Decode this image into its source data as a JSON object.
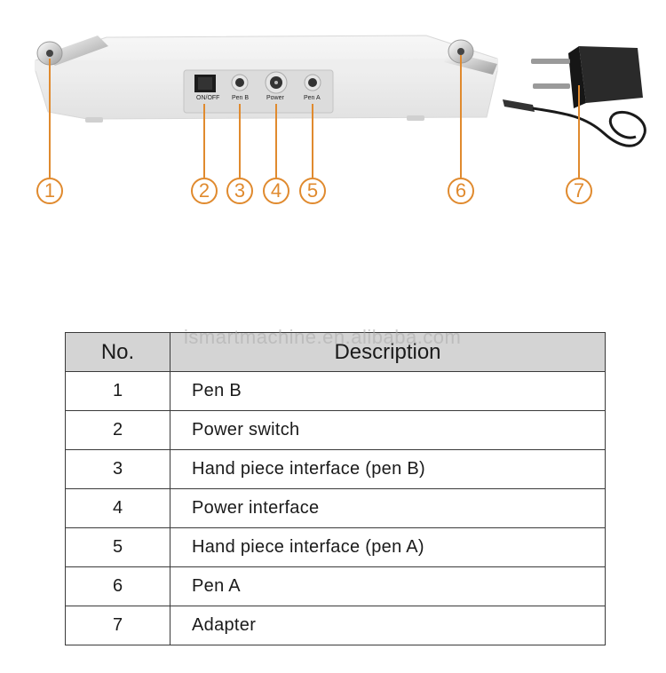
{
  "device": {
    "port_labels": [
      "ON/OFF",
      "Pen B",
      "Power",
      "Pen A"
    ],
    "callouts": [
      "1",
      "2",
      "3",
      "4",
      "5",
      "6",
      "7"
    ]
  },
  "table": {
    "headers": {
      "no": "No.",
      "description": "Description"
    },
    "rows": [
      {
        "no": "1",
        "description": "Pen B"
      },
      {
        "no": "2",
        "description": "Power switch"
      },
      {
        "no": "3",
        "description": "Hand piece interface (pen B)"
      },
      {
        "no": "4",
        "description": "Power interface"
      },
      {
        "no": "5",
        "description": "Hand piece interface (pen A)"
      },
      {
        "no": "6",
        "description": "Pen A"
      },
      {
        "no": "7",
        "description": "Adapter"
      }
    ]
  },
  "watermark": "ismartmachine.en.alibaba.com",
  "colors": {
    "callout": "#e08a2e",
    "header_bg": "#d4d4d4",
    "border": "#3a3a3a"
  }
}
